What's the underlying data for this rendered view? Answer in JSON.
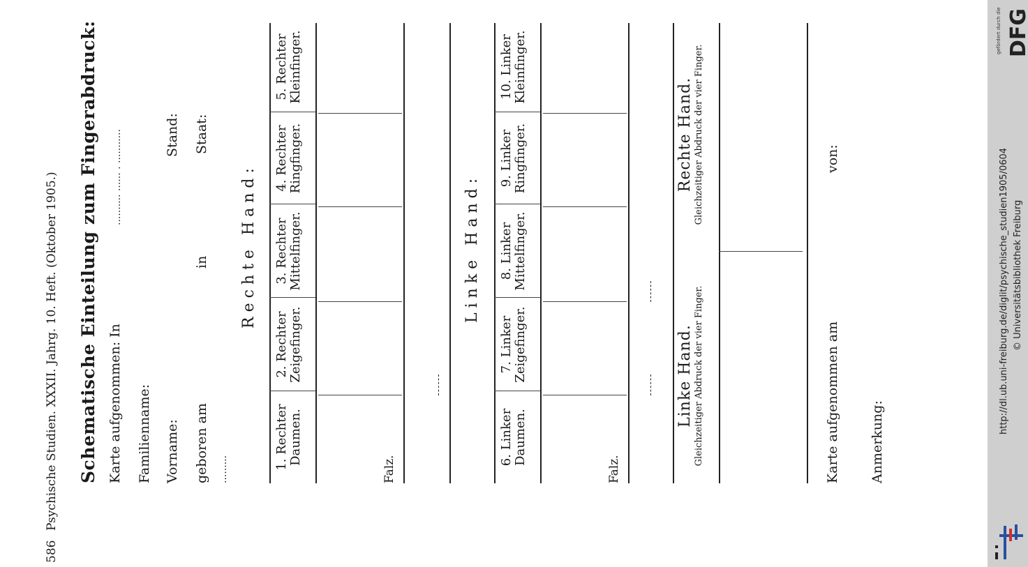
{
  "header": {
    "page_number": "586",
    "running_head": "Psychische Studien.   XXXII. Jahrg.   10. Heft.   (Oktober 1905.)"
  },
  "title": "Schematische Einteilung zum Fingerabdruck:",
  "fields": {
    "karte_in": "Karte aufgenommen: In",
    "karte_in_dots": ".......... ...... . ...........",
    "familienname": "Familienname:",
    "vorname": "Vorname:",
    "stand": "Stand:",
    "geboren": "geboren am",
    "in": "in",
    "staat": "Staat:",
    "dots_short": ".........",
    "karte_am": "Karte aufgenommen am",
    "von": "von:",
    "anmerkung": "Anmerkung:"
  },
  "right_hand": {
    "heading": "Rechte Hand:",
    "fingers": [
      {
        "num": "1. Rechter",
        "name": "Daumen."
      },
      {
        "num": "2. Rechter",
        "name": "Zeigefinger."
      },
      {
        "num": "3. Rechter",
        "name": "Mittelfinger."
      },
      {
        "num": "4. Rechter",
        "name": "Ringfinger."
      },
      {
        "num": "5. Rechter",
        "name": "Kleinfinger."
      }
    ],
    "falz": "Falz."
  },
  "left_hand": {
    "heading": "Linke Hand:",
    "fingers": [
      {
        "num": "6. Linker",
        "name": "Daumen."
      },
      {
        "num": "7. Linker",
        "name": "Zeigefinger."
      },
      {
        "num": "8. Linker",
        "name": "Mittelfinger."
      },
      {
        "num": "9. Linker",
        "name": "Ringfinger."
      },
      {
        "num": "10. Linker",
        "name": "Kleinfinger."
      }
    ],
    "falz": "Falz."
  },
  "simultaneous": {
    "left_title": "Linke Hand.",
    "left_sub": "Gleichzeitiger Abdruck der vier Finger.",
    "right_title": "Rechte Hand.",
    "right_sub": "Gleichzeitiger Abdruck der vier Finger."
  },
  "sidebar": {
    "url": "http://dl.ub.uni-freiburg.de/diglit/psychische_studien1905/0604",
    "copyright": "© Universitätsbibliothek Freiburg",
    "dfg_small": "gefördert durch die",
    "dfg": "DFG"
  },
  "colors": {
    "sidebar_bg": "#cfcfcf",
    "ink": "#1a1a1a",
    "logo_blue": "#2a4fa0",
    "logo_red": "#d0312d"
  }
}
